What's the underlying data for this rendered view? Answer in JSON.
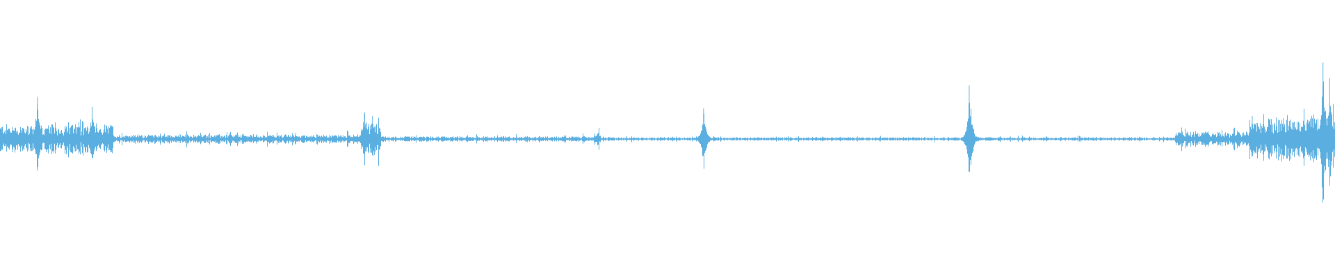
{
  "waveform": {
    "color": "#5aaee0",
    "baseline": 0.05,
    "spikes": [
      {
        "t": 0.028,
        "amp": 0.55
      },
      {
        "t": 0.069,
        "amp": 0.42
      },
      {
        "t": 0.273,
        "amp": 0.35
      },
      {
        "t": 0.279,
        "amp": 0.3
      },
      {
        "t": 0.527,
        "amp": 0.4
      },
      {
        "t": 0.726,
        "amp": 0.7
      },
      {
        "t": 0.938,
        "amp": 0.3
      },
      {
        "t": 0.991,
        "amp": 1.0
      },
      {
        "t": 0.996,
        "amp": 0.8
      }
    ],
    "active_regions": [
      {
        "start": 0.0,
        "end": 0.085,
        "amp": 0.16
      },
      {
        "start": 0.085,
        "end": 0.27,
        "amp": 0.05
      },
      {
        "start": 0.27,
        "end": 0.285,
        "amp": 0.18
      },
      {
        "start": 0.285,
        "end": 0.445,
        "amp": 0.03
      },
      {
        "start": 0.445,
        "end": 0.45,
        "amp": 0.07
      },
      {
        "start": 0.45,
        "end": 0.88,
        "amp": 0.02
      },
      {
        "start": 0.88,
        "end": 0.935,
        "amp": 0.08
      },
      {
        "start": 0.935,
        "end": 1.0,
        "amp": 0.25
      }
    ]
  }
}
